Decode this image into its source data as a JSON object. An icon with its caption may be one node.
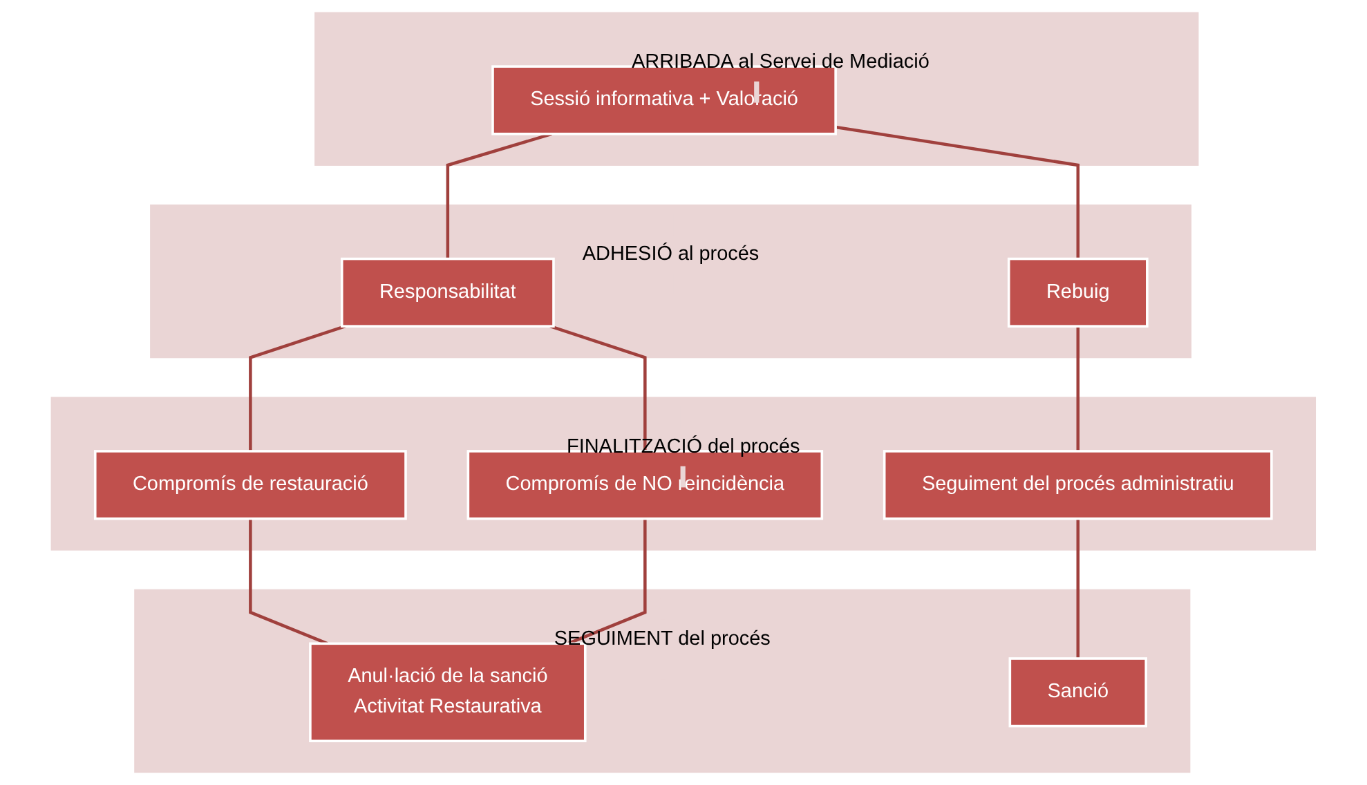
{
  "diagram": {
    "nodes": [
      {
        "text": [
          "ARRIBADA al Servei de Mediació"
        ]
      },
      {
        "text": [
          "Sessió informativa + Valoració"
        ],
        "in": 0
      },
      {
        "text": [
          "ADHESIÓ al procés"
        ]
      },
      {
        "text": [
          "Responsabilitat"
        ],
        "in": 2
      },
      {
        "text": [
          "Rebuig"
        ],
        "in": 2
      },
      {
        "text": [
          "FINALITZACIÓ del procés"
        ]
      },
      {
        "text": [
          "Compromís de restauració"
        ],
        "in": 5
      },
      {
        "text": [
          "Compromís de NO reincidència"
        ],
        "in": 5
      },
      {
        "text": [
          "Seguiment del procés administratiu"
        ],
        "in": 5
      },
      {
        "text": [
          "SEGUIMENT del procés"
        ]
      },
      {
        "text": [
          "Anul·lació de la sanció",
          "Activitat Restaurativa"
        ],
        "in": 9
      },
      {
        "text": [
          "Sanció"
        ],
        "in": 9
      }
    ],
    "edges": [
      {
        "from": 1,
        "to": 3,
        "arrow": "none"
      },
      {
        "from": 1,
        "to": 4,
        "arrow": "none"
      },
      {
        "from": 3,
        "to": 6,
        "arrow": "none"
      },
      {
        "from": 3,
        "to": 7,
        "arrow": "none"
      },
      {
        "from": 6,
        "to": 10,
        "arrow": "none"
      },
      {
        "from": 7,
        "to": 10,
        "arrow": "none"
      },
      {
        "from": 4,
        "to": 8,
        "arrow": "none"
      },
      {
        "from": 8,
        "to": 11,
        "arrow": "none"
      }
    ]
  }
}
